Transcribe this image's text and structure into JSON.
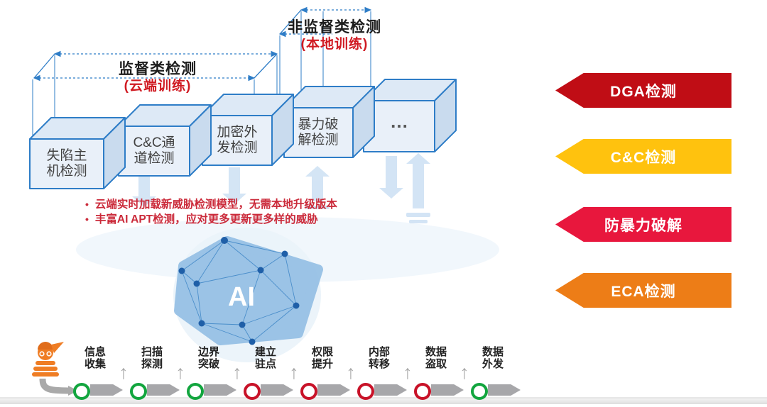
{
  "diagram": {
    "supervised": {
      "title": "监督类检测",
      "subtitle": "(云端训练)"
    },
    "unsupervised": {
      "title": "非监督类检测",
      "subtitle": "(本地训练)"
    },
    "boxes": [
      {
        "label": "失陷主\n机检测"
      },
      {
        "label": "C&C通\n道检测"
      },
      {
        "label": "加密外\n发检测"
      },
      {
        "label": "暴力破\n解检测"
      },
      {
        "label": "…"
      }
    ],
    "bullets": [
      "云端实时加载新威胁检测模型，无需本地升级版本",
      "丰富AI APT检测，应对更多更新更多样的威胁"
    ],
    "ai_label": "AI"
  },
  "banners": [
    {
      "label": "DGA检测",
      "color": "#c00d15"
    },
    {
      "label": "C&C检测",
      "color": "#ffc20e"
    },
    {
      "label": "防暴力破解",
      "color": "#e8173d"
    },
    {
      "label": "ECA检测",
      "color": "#ed7d17"
    }
  ],
  "kill_chain": {
    "status_colors": {
      "green": "#12a53e",
      "red": "#c81228"
    },
    "steps": [
      {
        "label": "信息\n收集",
        "status": "green"
      },
      {
        "label": "扫描\n探测",
        "status": "green"
      },
      {
        "label": "边界\n突破",
        "status": "green"
      },
      {
        "label": "建立\n驻点",
        "status": "red"
      },
      {
        "label": "权限\n提升",
        "status": "red"
      },
      {
        "label": "内部\n转移",
        "status": "red"
      },
      {
        "label": "数据\n盗取",
        "status": "red"
      },
      {
        "label": "数据\n外发",
        "status": "green"
      }
    ]
  }
}
